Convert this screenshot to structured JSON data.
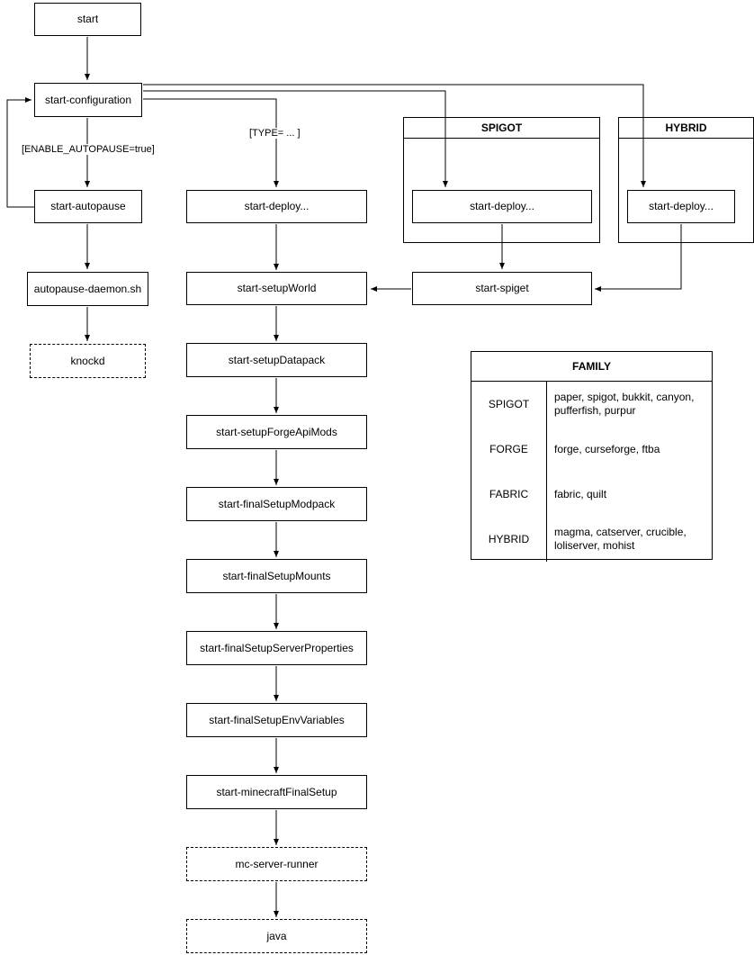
{
  "nodes": {
    "start": "start",
    "configuration": "start-configuration",
    "autopause": "start-autopause",
    "autopause_daemon": "autopause-daemon.sh",
    "knockd": "knockd",
    "deploy": "start-deploy...",
    "setup_world": "start-setupWorld",
    "setup_datapack": "start-setupDatapack",
    "setup_forge_api_mods": "start-setupForgeApiMods",
    "final_setup_modpack": "start-finalSetupModpack",
    "final_setup_mounts": "start-finalSetupMounts",
    "final_setup_server_properties": "start-finalSetupServerProperties",
    "final_setup_env_variables": "start-finalSetupEnvVariables",
    "minecraft_final_setup": "start-minecraftFinalSetup",
    "mc_server_runner": "mc-server-runner",
    "java": "java",
    "spigot_deploy": "start-deploy...",
    "hybrid_deploy": "start-deploy...",
    "spiget": "start-spiget"
  },
  "groups": {
    "spigot": "SPIGOT",
    "hybrid": "HYBRID"
  },
  "edge_labels": {
    "enable_autopause": "[ENABLE_AUTOPAUSE=true]",
    "type": "[TYPE= ... ]"
  },
  "family_table": {
    "title": "FAMILY",
    "rows": [
      {
        "family": "SPIGOT",
        "values": "paper, spigot, bukkit, canyon, pufferfish, purpur"
      },
      {
        "family": "FORGE",
        "values": "forge, curseforge, ftba"
      },
      {
        "family": "FABRIC",
        "values": "fabric, quilt"
      },
      {
        "family": "HYBRID",
        "values": "magma, catserver, crucible, loliserver, mohist"
      }
    ]
  },
  "colors": {
    "line": "#000000",
    "background": "#ffffff"
  }
}
